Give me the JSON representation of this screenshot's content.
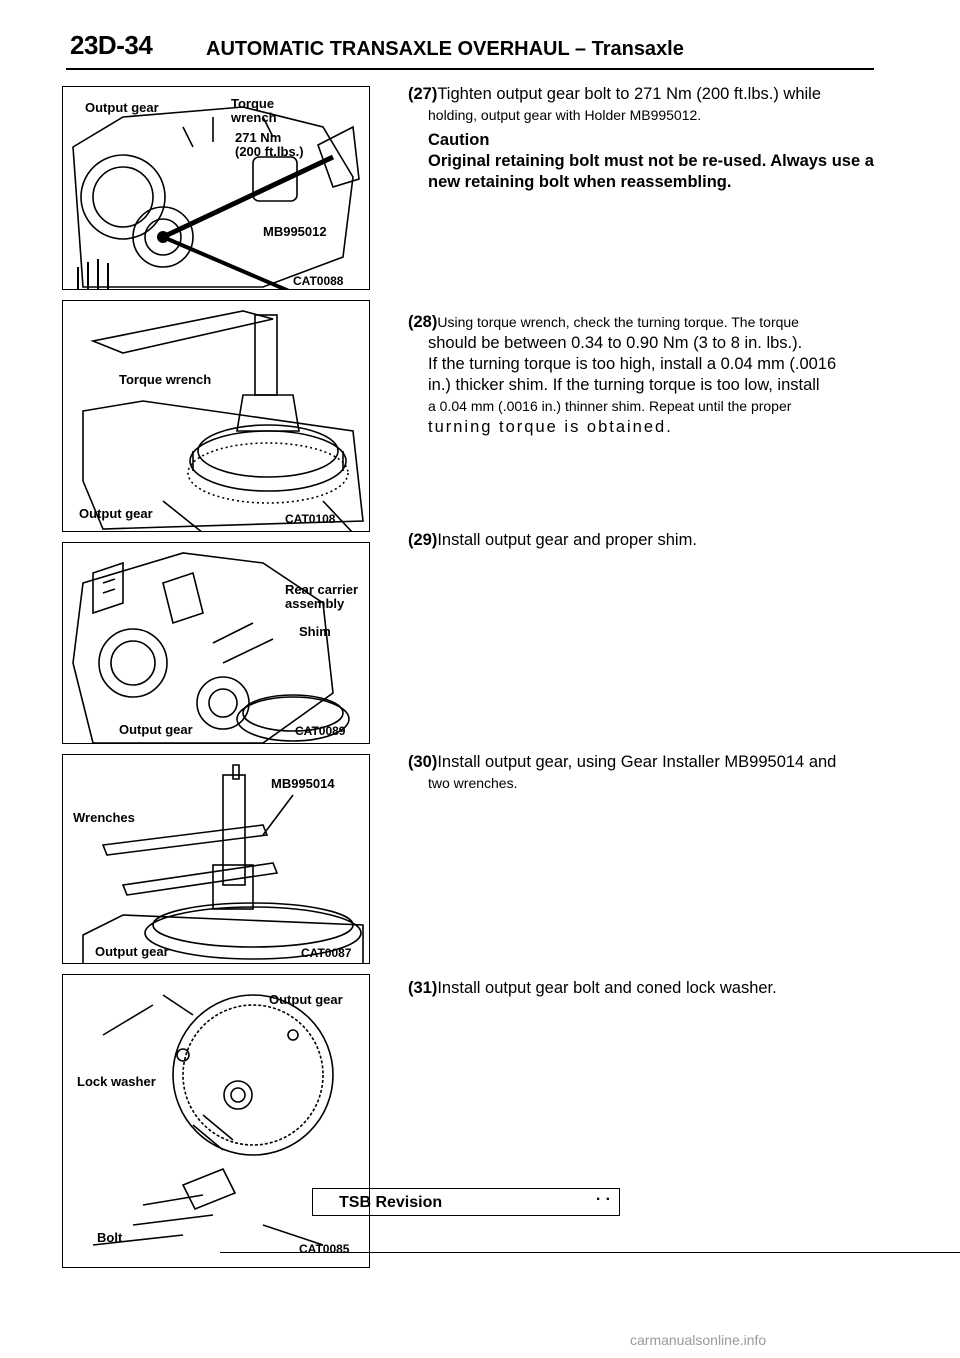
{
  "header": {
    "page_number": "23D-34",
    "title": "AUTOMATIC TRANSAXLE OVERHAUL – Transaxle"
  },
  "figures": [
    {
      "labels": {
        "output_gear": "Output gear",
        "torque_wrench": "Torque wrench",
        "torque_value": "271 Nm",
        "torque_value_ft": "(200 ft.lbs.)",
        "tool": "MB995012",
        "code": "CAT0088"
      }
    },
    {
      "labels": {
        "torque_wrench": "Torque wrench",
        "output_gear": "Output gear",
        "code": "CAT0108"
      }
    },
    {
      "labels": {
        "rear_carrier": "Rear carrier assembly",
        "shim": "Shim",
        "output_gear": "Output gear",
        "code": "CAT0089"
      }
    },
    {
      "labels": {
        "tool": "MB995014",
        "wrenches": "Wrenches",
        "output_gear": "Output gear",
        "code": "CAT0087"
      }
    },
    {
      "labels": {
        "output_gear": "Output gear",
        "lock_washer": "Lock washer",
        "bolt": "Bolt",
        "code": "CAT0085"
      }
    }
  ],
  "steps": {
    "s27": {
      "num": "(27)",
      "line1": "Tighten output gear bolt to 271 Nm (200 ft.lbs.) while",
      "line2": "holding, output gear with Holder MB995012.",
      "caution_title": "Caution",
      "caution_text": "Original retaining bolt must not be re-used. Always use a new retaining bolt when reassembling."
    },
    "s28": {
      "num": "(28)",
      "line1": "Using torque wrench, check the turning torque. The torque",
      "line2": "should be between 0.34 to 0.90 Nm (3 to 8 in. lbs.).",
      "line3": "If the turning torque is too high, install a 0.04 mm (.0016",
      "line4": "in.) thicker shim. If the turning torque is too low, install",
      "line5": "a 0.04 mm (.0016 in.) thinner shim. Repeat until the proper",
      "line6": "turning torque is obtained."
    },
    "s29": {
      "num": "(29)",
      "text": "Install output gear and proper shim."
    },
    "s30": {
      "num": "(30)",
      "line1": "Install output gear, using Gear Installer MB995014 and",
      "line2": "two wrenches."
    },
    "s31": {
      "num": "(31)",
      "text": "Install output gear bolt and coned lock washer."
    }
  },
  "footer": {
    "tsb": "TSB Revision",
    "marks": "· ·",
    "watermark": "carmanualsonline.info"
  }
}
